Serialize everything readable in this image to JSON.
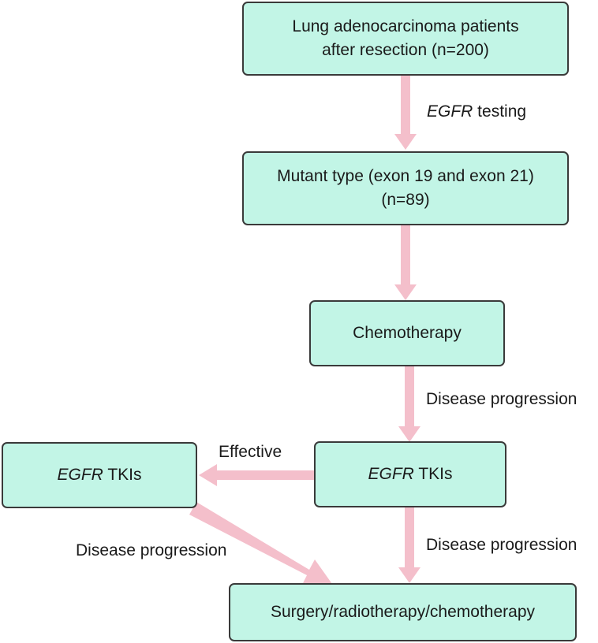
{
  "nodes": {
    "patients": {
      "line1": "Lung adenocarcinoma patients",
      "line2": "after resection (n=200)"
    },
    "mutant": {
      "line1": "Mutant type (exon 19 and exon 21)",
      "line2": "(n=89)"
    },
    "chemo": {
      "text": "Chemotherapy"
    },
    "tki_main": {
      "gene": "EGFR",
      "rest": " TKIs"
    },
    "tki_side": {
      "gene": "EGFR",
      "rest": " TKIs"
    },
    "final": {
      "text": "Surgery/radiotherapy/chemotherapy"
    }
  },
  "edges": {
    "testing": {
      "gene": "EGFR",
      "rest": " testing"
    },
    "progression_1": "Disease progression",
    "effective": "Effective",
    "progression_2": "Disease progression",
    "progression_3": "Disease progression"
  },
  "colors": {
    "box_fill": "#c2f5e6",
    "box_border": "#3a3a3a",
    "arrow": "#f4bfcb"
  }
}
